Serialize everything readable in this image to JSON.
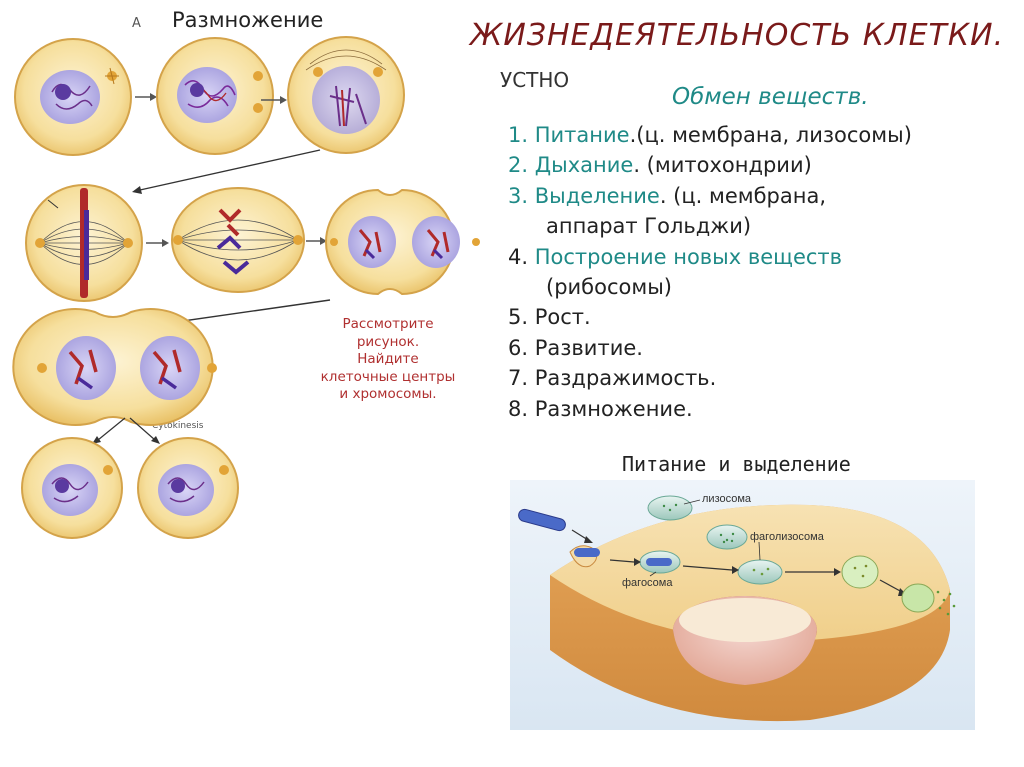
{
  "slide": {
    "title": "ЖИЗНЕДЕЯТЕЛЬНОСТЬ КЛЕТКИ.",
    "subtitle_oral": "УСТНО",
    "metabolism_heading": "Обмен веществ."
  },
  "reproduction": {
    "heading": "Размножение",
    "panel_letter": "А",
    "cytokinesis_label": "Cytokinesis"
  },
  "list": {
    "items": [
      {
        "num": "1.",
        "term": "Питание",
        "rest": ".(ц. мембрана, лизосомы)"
      },
      {
        "num": "2.",
        "term": "Дыхание",
        "rest": ". (митохондрии)"
      },
      {
        "num": "3.",
        "term": "Выделение",
        "rest": ". (ц. мембрана,",
        "cont": "аппарат Гольджи)"
      },
      {
        "num": "4.",
        "term": "Построение новых веществ",
        "rest": "",
        "cont": "(рибосомы)"
      },
      {
        "num": "5.",
        "term": "Рост.",
        "rest": ""
      },
      {
        "num": "6.",
        "term": "Развитие.",
        "rest": ""
      },
      {
        "num": "7.",
        "term": "Раздражимость.",
        "rest": ""
      },
      {
        "num": "8.",
        "term": "Размножение.",
        "rest": ""
      }
    ]
  },
  "note": {
    "line1": "Рассмотрите",
    "line2": "рисунок.",
    "line3": "Найдите",
    "line4": "клеточные центры",
    "line5": "и хромосомы."
  },
  "nutrition": {
    "heading": "Питание и выделение",
    "label_lysosome": "лизосома",
    "label_phagolysosome": "фаголизосома",
    "label_phagosome": "фагосома"
  },
  "colors": {
    "title": "#7a1a1a",
    "teal": "#1f8a87",
    "note_red": "#b03030",
    "cell_fill": "#f6d98e",
    "cell_edge": "#d7a94b",
    "nucleus": "#b9b3e6"
  }
}
